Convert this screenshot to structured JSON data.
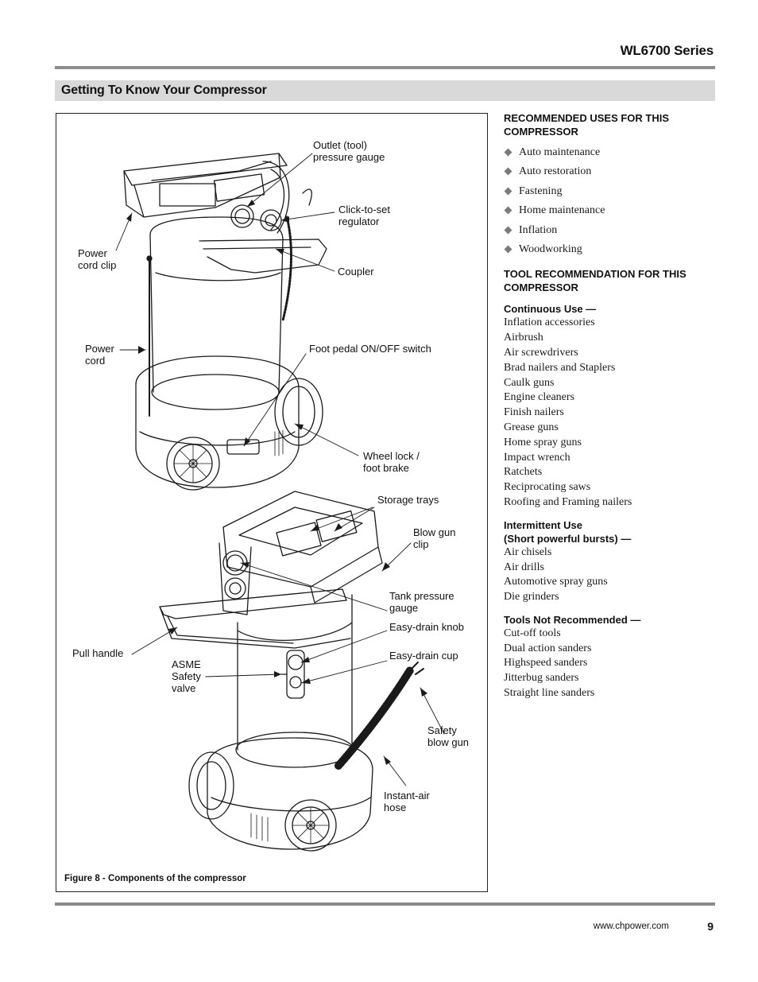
{
  "header": {
    "series_title": "WL6700 Series",
    "section_title": "Getting To Know Your Compressor"
  },
  "figure": {
    "caption": "Figure 8 - Components of the compressor",
    "callouts": {
      "outlet_gauge": "Outlet (tool)\npressure gauge",
      "regulator": "Click-to-set\nregulator",
      "power_cord_clip": "Power\ncord clip",
      "coupler": "Coupler",
      "power_cord": "Power\ncord",
      "foot_pedal": "Foot pedal ON/OFF switch",
      "wheel_lock": "Wheel lock /\nfoot brake",
      "storage_trays": "Storage trays",
      "blow_gun_clip": "Blow gun\nclip",
      "tank_gauge": "Tank pressure\ngauge",
      "drain_knob": "Easy-drain knob",
      "pull_handle": "Pull handle",
      "drain_cup": "Easy-drain cup",
      "asme_valve": "ASME\nSafety\nvalve",
      "safety_blow_gun": "Safety\nblow gun",
      "instant_air_hose": "Instant-air\nhose"
    }
  },
  "recommended_uses": {
    "heading": "RECOMMENDED USES FOR THIS COMPRESSOR",
    "items": [
      "Auto maintenance",
      "Auto restoration",
      "Fastening",
      "Home maintenance",
      "Inflation",
      "Woodworking"
    ]
  },
  "tool_recommendation": {
    "heading": "TOOL RECOMMENDATION FOR THIS COMPRESSOR",
    "continuous": {
      "label": "Continuous Use —",
      "items": [
        "Inflation accessories",
        "Airbrush",
        "Air screwdrivers",
        "Brad nailers and Staplers",
        "Caulk guns",
        "Engine cleaners",
        "Finish nailers",
        "Grease guns",
        "Home spray guns",
        "Impact wrench",
        "Ratchets",
        "Reciprocating saws",
        "Roofing and Framing nailers"
      ]
    },
    "intermittent": {
      "label_line1": "Intermittent Use",
      "label_line2": "(Short powerful bursts) —",
      "items": [
        "Air chisels",
        "Air drills",
        "Automotive spray guns",
        "Die grinders"
      ]
    },
    "not_recommended": {
      "label": "Tools Not Recommended —",
      "items": [
        "Cut-off tools",
        "Dual action sanders",
        "Highspeed sanders",
        "Jitterbug sanders",
        "Straight line sanders"
      ]
    }
  },
  "footer": {
    "url": "www.chpower.com",
    "page_number": "9"
  }
}
